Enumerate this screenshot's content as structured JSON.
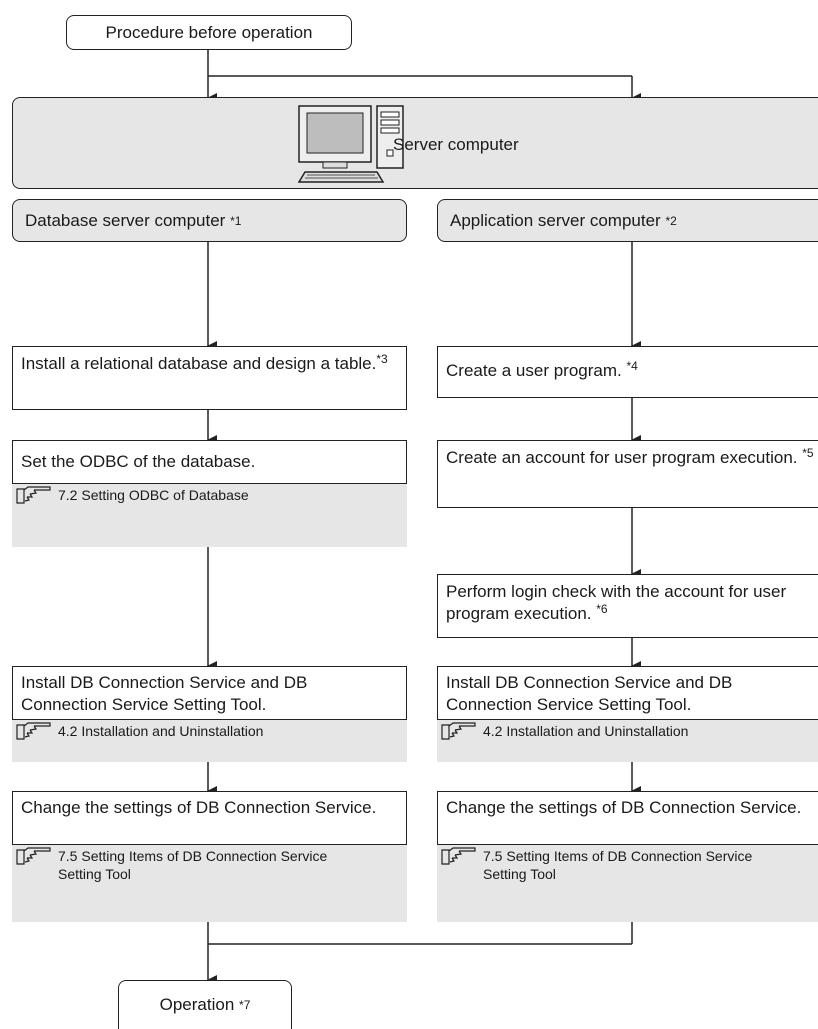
{
  "start": "Procedure before operation",
  "server": "Server computer",
  "columns": {
    "left": {
      "title": "Database server computer",
      "note": "*1"
    },
    "right": {
      "title": "Application server computer",
      "note": "*2"
    }
  },
  "left_steps": {
    "install_db": {
      "text": "Install a relational database and design a table.",
      "note": "*3"
    },
    "set_odbc": {
      "text": "Set the ODBC of the database."
    },
    "set_odbc_ref": "7.2 Setting ODBC of Database",
    "install_service": {
      "text": "Install DB Connection Service and DB Connection Service Setting Tool."
    },
    "install_service_ref": "4.2 Installation and Uninstallation",
    "change_settings": {
      "text": "Change the settings of DB Connection Service."
    },
    "change_settings_ref": "7.5 Setting Items of DB Connection Service Setting Tool"
  },
  "right_steps": {
    "create_program": {
      "text": "Create a user program.",
      "note": "*4"
    },
    "create_account": {
      "text": "Create an account for user program execution.",
      "note": "*5"
    },
    "login_check": {
      "text": "Perform login check with the account for user program execution.",
      "note": "*6"
    },
    "install_service": {
      "text": "Install DB Connection Service and DB Connection Service Setting Tool."
    },
    "install_service_ref": "4.2 Installation and Uninstallation",
    "change_settings": {
      "text": "Change the settings of DB Connection Service."
    },
    "change_settings_ref": "7.5 Setting Items of DB Connection Service Setting Tool"
  },
  "end": {
    "text": "Operation",
    "note": "*7"
  },
  "icons": {
    "reference": "pointing-hand-icon",
    "server": "desktop-computer-icon"
  },
  "colors": {
    "line": "#222222",
    "panel": "#e6e6e6"
  }
}
